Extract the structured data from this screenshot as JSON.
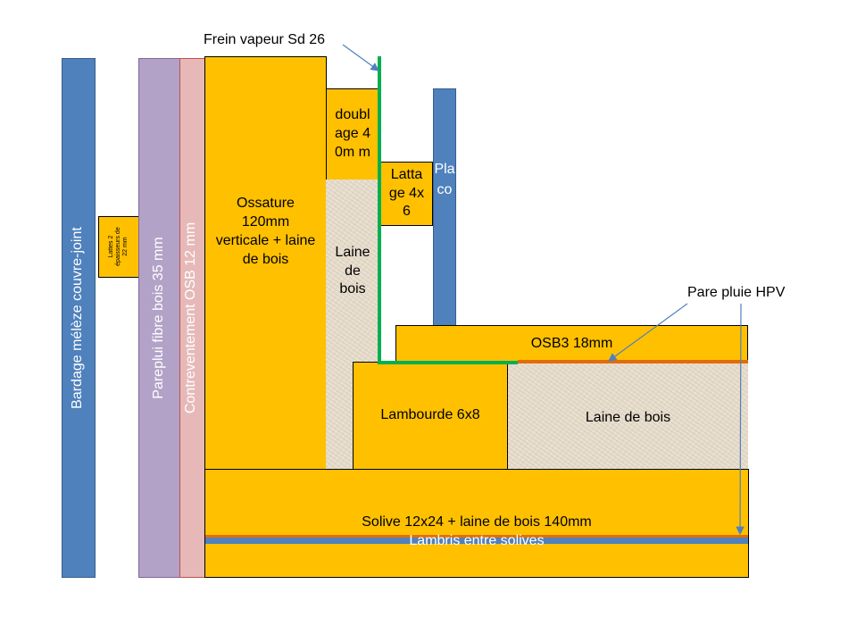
{
  "labels": {
    "bardage": "Bardage mélèze couvre-joint",
    "lattes": "Lattes 2 épaisseurs de 22 mm",
    "pareplui_fibre": "Pareplui fibre bois 35 mm",
    "contreventement": "Contreventement OSB 12 mm",
    "ossature": "Ossature 120mm verticale + laine de bois",
    "doublage": "doubl age 40m m",
    "laine_mur": "Laine de bois",
    "lattage": "Latta ge 4x6",
    "placo": "Placo",
    "osb3": "OSB3 18mm",
    "lambourde": "Lambourde 6x8",
    "laine_sol": "Laine de bois",
    "solive": "Solive 12x24 + laine de bois 140mm",
    "lambris": "Lambris entre solives",
    "frein_vapeur": "Frein vapeur Sd 26",
    "pare_pluie": "Pare pluie HPV"
  },
  "colors": {
    "timber": "#ffc000",
    "bardage_blue": "#4f81bd",
    "fibre_purple": "#b3a2c7",
    "osb_pink": "#e6b9b8",
    "vapour_green": "#00b050",
    "membrane_orange": "#e36c09",
    "wool_beige": "#e6dccb"
  }
}
